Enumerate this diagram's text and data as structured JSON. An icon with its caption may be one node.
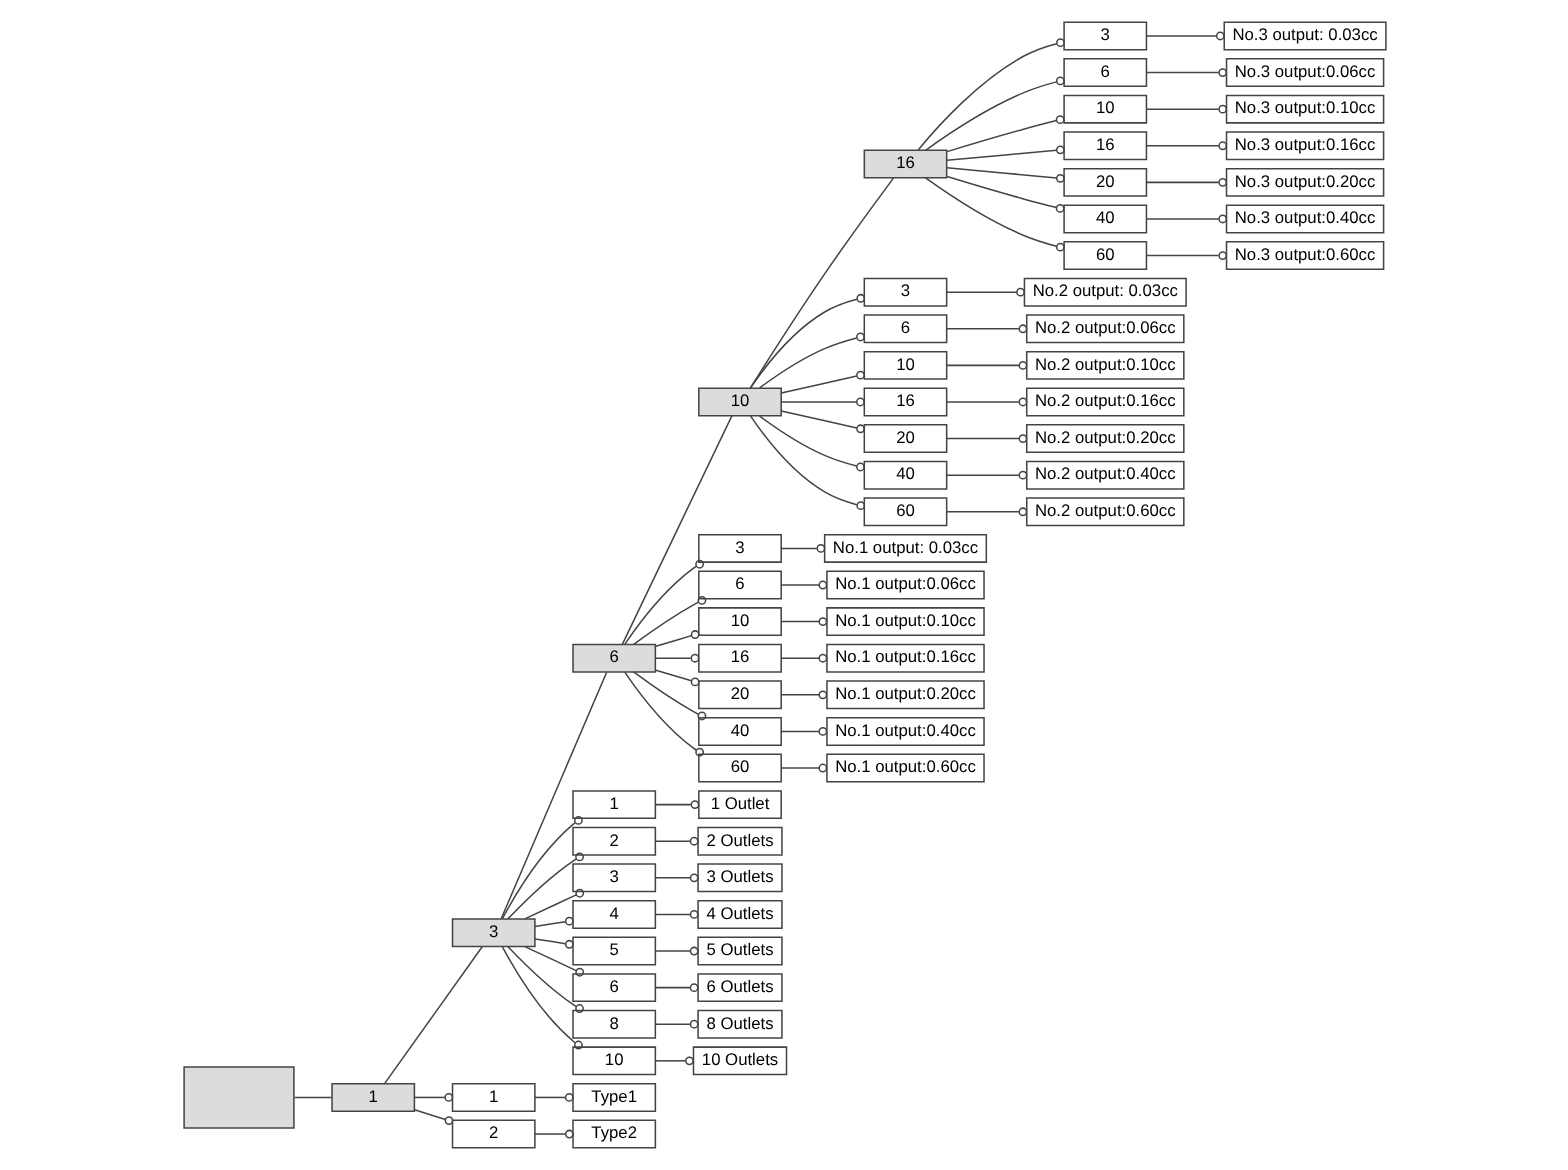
{
  "diagram": {
    "nodes": [
      {
        "text": [],
        "shape": "box"
      },
      {
        "text": [
          "1"
        ]
      },
      {
        "text": [
          "3"
        ]
      },
      {
        "text": [
          "6"
        ]
      },
      {
        "text": [
          "10"
        ]
      },
      {
        "text": [
          "16"
        ]
      },
      {
        "text": [
          "1"
        ]
      },
      {
        "text": [
          "Type1"
        ]
      },
      {
        "text": [
          "2"
        ]
      },
      {
        "text": [
          "Type2"
        ]
      },
      {
        "text": [
          "1"
        ]
      },
      {
        "text": [
          "1 Outlet"
        ]
      },
      {
        "text": [
          "2"
        ]
      },
      {
        "text": [
          "2 Outlets"
        ]
      },
      {
        "text": [
          "3"
        ]
      },
      {
        "text": [
          "3 Outlets"
        ]
      },
      {
        "text": [
          "4"
        ]
      },
      {
        "text": [
          "4 Outlets"
        ]
      },
      {
        "text": [
          "5"
        ]
      },
      {
        "text": [
          "5 Outlets"
        ]
      },
      {
        "text": [
          "6"
        ]
      },
      {
        "text": [
          "6 Outlets"
        ]
      },
      {
        "text": [
          "8"
        ]
      },
      {
        "text": [
          "8 Outlets"
        ]
      },
      {
        "text": [
          "10"
        ]
      },
      {
        "text": [
          "10 Outlets"
        ]
      },
      {
        "text": [
          "3"
        ]
      },
      {
        "text": [
          "No.1 output: 0.03cc"
        ]
      },
      {
        "text": [
          "6"
        ]
      },
      {
        "text": [
          "No.1 output:0.06cc"
        ]
      },
      {
        "text": [
          "10"
        ]
      },
      {
        "text": [
          "No.1 output:0.10cc"
        ]
      },
      {
        "text": [
          "16"
        ]
      },
      {
        "text": [
          "No.1 output:0.16cc"
        ]
      },
      {
        "text": [
          "20"
        ]
      },
      {
        "text": [
          "No.1 output:0.20cc"
        ]
      },
      {
        "text": [
          "40"
        ]
      },
      {
        "text": [
          "No.1 output:0.40cc"
        ]
      },
      {
        "text": [
          "60"
        ]
      },
      {
        "text": [
          "No.1 output:0.60cc"
        ]
      },
      {
        "text": [
          "3"
        ]
      },
      {
        "text": [
          "No.2 output: 0.03cc"
        ]
      },
      {
        "text": [
          "6"
        ]
      },
      {
        "text": [
          "No.2 output:0.06cc"
        ]
      },
      {
        "text": [
          "10"
        ]
      },
      {
        "text": [
          "No.2 output:0.10cc"
        ]
      },
      {
        "text": [
          "16"
        ]
      },
      {
        "text": [
          "No.2 output:0.16cc"
        ]
      },
      {
        "text": [
          "20"
        ]
      },
      {
        "text": [
          "No.2 output:0.20cc"
        ]
      },
      {
        "text": [
          "40"
        ]
      },
      {
        "text": [
          "No.2 output:0.40cc"
        ]
      },
      {
        "text": [
          "60"
        ]
      },
      {
        "text": [
          "No.2 output:0.60cc"
        ]
      },
      {
        "text": [
          "3"
        ]
      },
      {
        "text": [
          "No.3 output: 0.03cc"
        ]
      },
      {
        "text": [
          "6"
        ]
      },
      {
        "text": [
          "No.3 output:0.06cc"
        ]
      },
      {
        "text": [
          "10"
        ]
      },
      {
        "text": [
          "No.3 output:0.10cc"
        ]
      },
      {
        "text": [
          "16"
        ]
      },
      {
        "text": [
          "No.3 output:0.16cc"
        ]
      },
      {
        "text": [
          "20"
        ]
      },
      {
        "text": [
          "No.3 output:0.20cc"
        ]
      },
      {
        "text": [
          "40"
        ]
      },
      {
        "text": [
          "No.3 output:0.40cc"
        ]
      },
      {
        "text": [
          "60"
        ]
      },
      {
        "text": [
          "No.3 output:0.60cc"
        ]
      }
    ],
    "edges": [
      {
        "from": 0,
        "to": 1,
        "arrow": "none"
      },
      {
        "from": 1,
        "to": 2,
        "arrow": "none"
      },
      {
        "from": 2,
        "to": 3,
        "arrow": "none"
      },
      {
        "from": 3,
        "to": 4,
        "arrow": "none"
      },
      {
        "from": 4,
        "to": 5,
        "arrow": "none"
      },
      {
        "from": 1,
        "to": 6,
        "arrow": "other"
      },
      {
        "from": 6,
        "to": 7,
        "arrow": "other"
      },
      {
        "from": 1,
        "to": 8,
        "arrow": "other"
      },
      {
        "from": 8,
        "to": 9,
        "arrow": "other"
      },
      {
        "from": 2,
        "to": 10,
        "arrow": "other"
      },
      {
        "from": 10,
        "to": 11,
        "arrow": "other"
      },
      {
        "from": 2,
        "to": 12,
        "arrow": "other"
      },
      {
        "from": 12,
        "to": 13,
        "arrow": "other"
      },
      {
        "from": 2,
        "to": 14,
        "arrow": "other"
      },
      {
        "from": 14,
        "to": 15,
        "arrow": "other"
      },
      {
        "from": 2,
        "to": 16,
        "arrow": "other"
      },
      {
        "from": 16,
        "to": 17,
        "arrow": "other"
      },
      {
        "from": 2,
        "to": 18,
        "arrow": "other"
      },
      {
        "from": 18,
        "to": 19,
        "arrow": "other"
      },
      {
        "from": 2,
        "to": 20,
        "arrow": "other"
      },
      {
        "from": 20,
        "to": 21,
        "arrow": "other"
      },
      {
        "from": 2,
        "to": 22,
        "arrow": "other"
      },
      {
        "from": 22,
        "to": 23,
        "arrow": "other"
      },
      {
        "from": 2,
        "to": 24,
        "arrow": "other"
      },
      {
        "from": 24,
        "to": 25,
        "arrow": "other"
      },
      {
        "from": 3,
        "to": 26,
        "arrow": "other"
      },
      {
        "from": 26,
        "to": 27,
        "arrow": "other"
      },
      {
        "from": 3,
        "to": 28,
        "arrow": "other"
      },
      {
        "from": 28,
        "to": 29,
        "arrow": "other"
      },
      {
        "from": 3,
        "to": 30,
        "arrow": "other"
      },
      {
        "from": 30,
        "to": 31,
        "arrow": "other"
      },
      {
        "from": 3,
        "to": 32,
        "arrow": "other"
      },
      {
        "from": 32,
        "to": 33,
        "arrow": "other"
      },
      {
        "from": 3,
        "to": 34,
        "arrow": "other"
      },
      {
        "from": 34,
        "to": 35,
        "arrow": "other"
      },
      {
        "from": 3,
        "to": 36,
        "arrow": "other"
      },
      {
        "from": 36,
        "to": 37,
        "arrow": "other"
      },
      {
        "from": 3,
        "to": 38,
        "arrow": "other"
      },
      {
        "from": 38,
        "to": 39,
        "arrow": "other"
      },
      {
        "from": 4,
        "to": 40,
        "arrow": "other"
      },
      {
        "from": 40,
        "to": 41,
        "arrow": "other"
      },
      {
        "from": 4,
        "to": 42,
        "arrow": "other"
      },
      {
        "from": 42,
        "to": 43,
        "arrow": "other"
      },
      {
        "from": 4,
        "to": 44,
        "arrow": "other"
      },
      {
        "from": 44,
        "to": 45,
        "arrow": "other"
      },
      {
        "from": 4,
        "to": 46,
        "arrow": "other"
      },
      {
        "from": 46,
        "to": 47,
        "arrow": "other"
      },
      {
        "from": 4,
        "to": 48,
        "arrow": "other"
      },
      {
        "from": 48,
        "to": 49,
        "arrow": "other"
      },
      {
        "from": 4,
        "to": 50,
        "arrow": "other"
      },
      {
        "from": 50,
        "to": 51,
        "arrow": "other"
      },
      {
        "from": 4,
        "to": 52,
        "arrow": "other"
      },
      {
        "from": 52,
        "to": 53,
        "arrow": "other"
      },
      {
        "from": 5,
        "to": 54,
        "arrow": "other"
      },
      {
        "from": 54,
        "to": 55,
        "arrow": "other"
      },
      {
        "from": 5,
        "to": 56,
        "arrow": "other"
      },
      {
        "from": 56,
        "to": 57,
        "arrow": "other"
      },
      {
        "from": 5,
        "to": 58,
        "arrow": "other"
      },
      {
        "from": 58,
        "to": 59,
        "arrow": "other"
      },
      {
        "from": 5,
        "to": 60,
        "arrow": "other"
      },
      {
        "from": 60,
        "to": 61,
        "arrow": "other"
      },
      {
        "from": 5,
        "to": 62,
        "arrow": "other"
      },
      {
        "from": 62,
        "to": 63,
        "arrow": "other"
      },
      {
        "from": 5,
        "to": 64,
        "arrow": "other"
      },
      {
        "from": 64,
        "to": 65,
        "arrow": "other"
      },
      {
        "from": 5,
        "to": 66,
        "arrow": "other"
      },
      {
        "from": 66,
        "to": 67,
        "arrow": "other"
      }
    ]
  }
}
